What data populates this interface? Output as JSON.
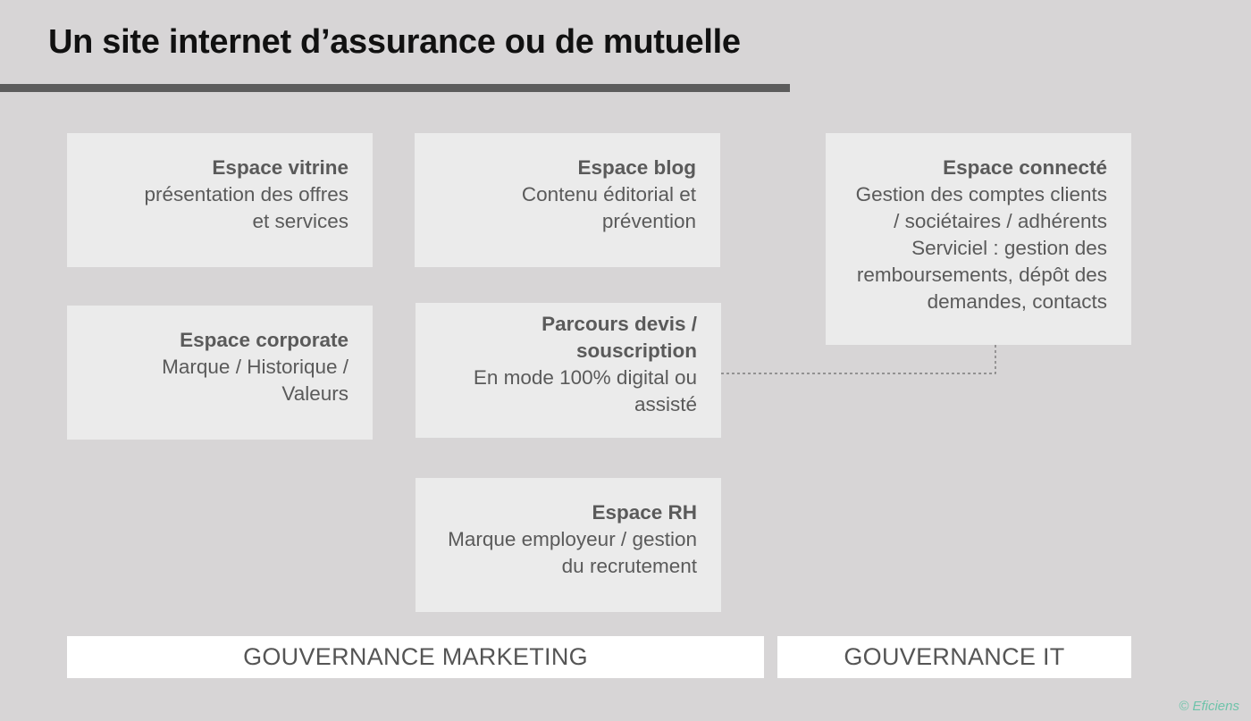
{
  "title": "Un site internet d’assurance ou de mutuelle",
  "boxes": {
    "vitrine": {
      "title": "Espace vitrine",
      "text": [
        "présentation des offres",
        "et services"
      ]
    },
    "blog": {
      "title": "Espace blog",
      "text": [
        "Contenu éditorial et",
        "prévention"
      ]
    },
    "connecte": {
      "title": "Espace connecté",
      "text": [
        "Gestion des comptes clients",
        "/ sociétaires / adhérents",
        "Serviciel : gestion des",
        "remboursements, dépôt des",
        "demandes, contacts"
      ]
    },
    "corporate": {
      "title": "Espace corporate",
      "text": [
        "Marque / Historique /",
        "Valeurs"
      ]
    },
    "devis": {
      "title": [
        "Parcours devis /",
        "souscription"
      ],
      "text": [
        "En mode 100% digital ou",
        "assisté"
      ]
    },
    "rh": {
      "title": "Espace RH",
      "text": [
        "Marque employeur / gestion",
        "du recrutement"
      ]
    }
  },
  "governance": {
    "marketing": "GOUVERNANCE MARKETING",
    "it": "GOUVERNANCE IT"
  },
  "connector": {
    "from": "devis",
    "to": "connecte",
    "style": "dashed",
    "color": "#6a6a6a"
  },
  "colors": {
    "background": "#d7d5d6",
    "box": "#ebebeb",
    "box_text": "#5a5a5a",
    "title_rule": "#5c5c5c",
    "band": "#ffffff",
    "copyright": "#6fc3aa"
  },
  "copyright": "© Eficiens"
}
